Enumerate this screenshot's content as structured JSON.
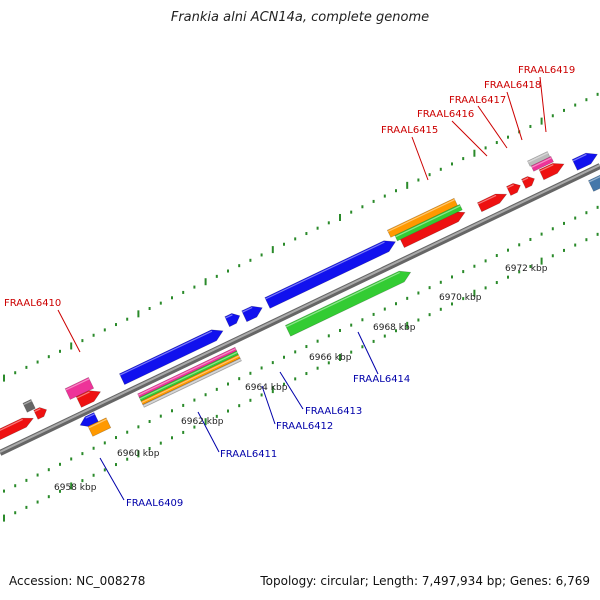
{
  "title": "Frankia alni ACN14a, complete genome",
  "footer": {
    "accession": "Accession: NC_008278",
    "info": "Topology: circular; Length: 7,497,934 bp; Genes: 6,769"
  },
  "colors": {
    "backbone": "#888888",
    "red": "#ee1111",
    "blue": "#1111ee",
    "green": "#33cc33",
    "orange": "#ff9900",
    "pink": "#ee3399",
    "grey": "#666666",
    "lightgrey": "#bbbbbb",
    "steelblue": "#4477aa",
    "label_red": "#cc0000",
    "label_blue": "#0000aa"
  },
  "scale_labels": [
    "6958 kbp",
    "6960 kbp",
    "6962 kbp",
    "6964 kbp",
    "6966 kbp",
    "6968 kbp",
    "6970 kbp",
    "6972 kbp"
  ],
  "gene_labels": {
    "upper": [
      "FRAAL6410",
      "FRAAL6415",
      "FRAAL6416",
      "FRAAL6417",
      "FRAAL6418",
      "FRAAL6419"
    ],
    "lower": [
      "FRAAL6409",
      "FRAAL6411",
      "FRAAL6412",
      "FRAAL6413",
      "FRAAL6414"
    ]
  }
}
